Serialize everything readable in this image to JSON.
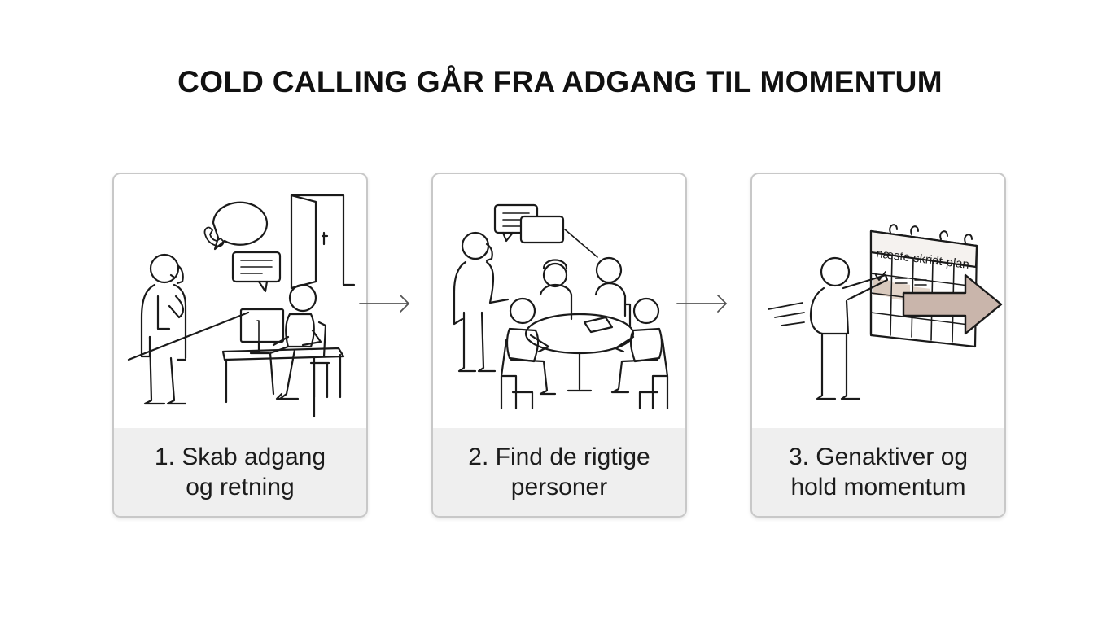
{
  "title": "COLD CALLING GÅR FRA ADGANG TIL MOMENTUM",
  "steps": [
    {
      "label": "1. Skab adgang og retning",
      "icon": "phone-call-office-icon"
    },
    {
      "label": "2. Find de rigtige personer",
      "icon": "meeting-table-icon"
    },
    {
      "label": "3. Genaktiver og hold momentum",
      "icon": "plan-calendar-icon"
    }
  ],
  "calendar_label": "næste skridt-plan",
  "colors": {
    "accent_arrow": "#c9b5ab",
    "label_bg": "#efefef",
    "stroke": "#1a1a1a"
  }
}
